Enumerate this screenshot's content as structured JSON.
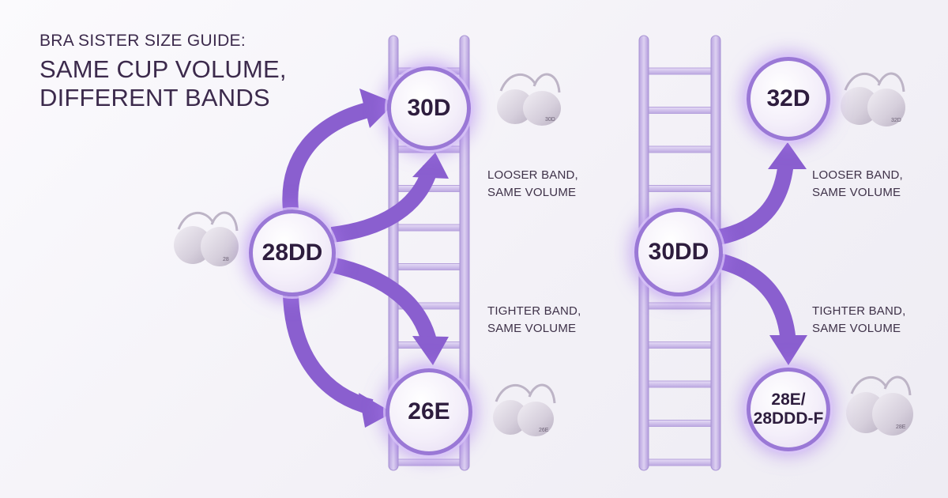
{
  "title": {
    "subtitle": "BRA SISTER SIZE GUIDE:",
    "main": "SAME CUP VOLUME, DIFFERENT BANDS"
  },
  "left_diagram": {
    "center": "28DD",
    "top": "30D",
    "bottom": "26E",
    "note_looser": "LOOSER BAND,\nSAME VOLUME",
    "note_tighter": "TIGHTER BAND,\nSAME VOLUME",
    "bra_tags": [
      "28",
      "30D",
      "26E"
    ]
  },
  "right_diagram": {
    "center": "30DD",
    "top": "32D",
    "bottom": "28E/\n28DDD-F",
    "note_looser": "LOOSER BAND,\nSAME VOLUME",
    "note_tighter": "TIGHTER BAND,\nSAME VOLUME",
    "bra_tags": [
      "32D",
      "28E"
    ]
  },
  "colors": {
    "arrow": "#8a5fcf",
    "ladder": "#c9b8e8",
    "node_border": "#9a78d6",
    "text": "#3c2a4c"
  }
}
